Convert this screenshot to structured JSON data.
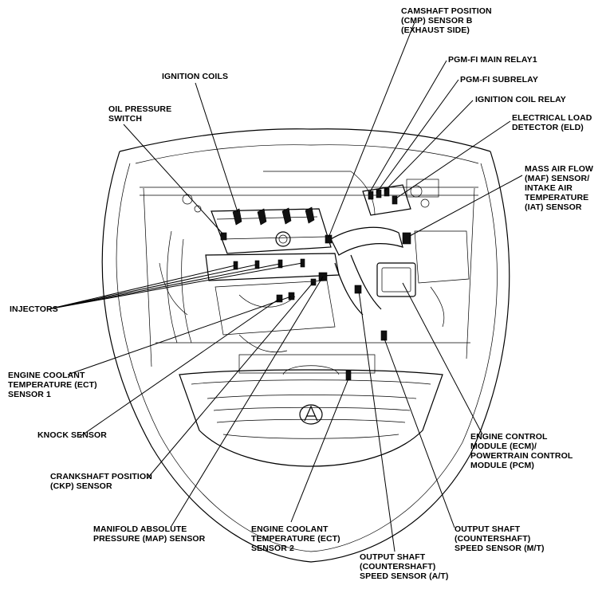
{
  "labels": {
    "cmp_sensor": "CAMSHAFT POSITION\n(CMP) SENSOR B\n(EXHAUST SIDE)",
    "pgm_main_relay": "PGM-FI MAIN RELAY1",
    "pgm_subrelay": "PGM-FI SUBRELAY",
    "ignition_coil_relay": "IGNITION COIL RELAY",
    "eld": "ELECTRICAL LOAD\nDETECTOR (ELD)",
    "maf_iat": "MASS AIR FLOW\n(MAF) SENSOR/\nINTAKE AIR\nTEMPERATURE\n(IAT) SENSOR",
    "ignition_coils": "IGNITION COILS",
    "oil_pressure": "OIL PRESSURE\nSWITCH",
    "injectors": "INJECTORS",
    "ect1": "ENGINE COOLANT\nTEMPERATURE (ECT)\nSENSOR 1",
    "knock": "KNOCK SENSOR",
    "ckp": "CRANKSHAFT POSITION\n(CKP) SENSOR",
    "map": "MANIFOLD ABSOLUTE\nPRESSURE (MAP) SENSOR",
    "ect2": "ENGINE COOLANT\nTEMPERATURE (ECT)\nSENSOR 2",
    "output_at": "OUTPUT SHAFT\n(COUNTERSHAFT)\nSPEED SENSOR (A/T)",
    "output_mt": "OUTPUT SHAFT\n(COUNTERSHAFT)\nSPEED SENSOR (M/T)",
    "ecm_pcm": "ENGINE CONTROL\nMODULE (ECM)/\nPOWERTRAIN CONTROL\nMODULE (PCM)"
  }
}
